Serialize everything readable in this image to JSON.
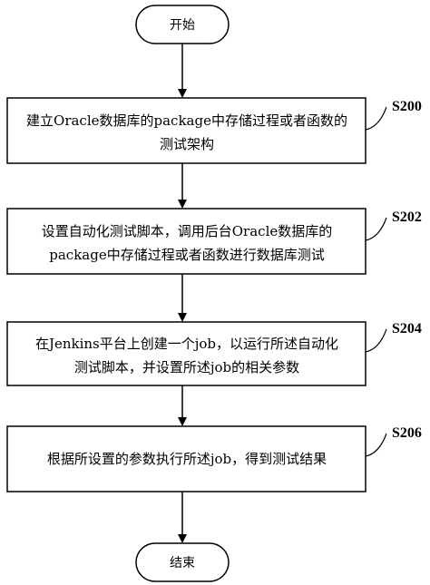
{
  "start": {
    "label": "开始"
  },
  "end": {
    "label": "结束"
  },
  "steps": [
    {
      "id": "S200",
      "lines": [
        "建立Oracle数据库的package中存储过程或者函数的",
        "测试架构"
      ]
    },
    {
      "id": "S202",
      "lines": [
        "设置自动化测试脚本，调用后台Oracle数据库的",
        "package中存储过程或者函数进行数据库测试"
      ]
    },
    {
      "id": "S204",
      "lines": [
        "在Jenkins平台上创建一个job，以运行所述自动化",
        "测试脚本，并设置所述job的相关参数"
      ]
    },
    {
      "id": "S206",
      "lines": [
        "根据所设置的参数执行所述job，得到测试结果"
      ]
    }
  ]
}
